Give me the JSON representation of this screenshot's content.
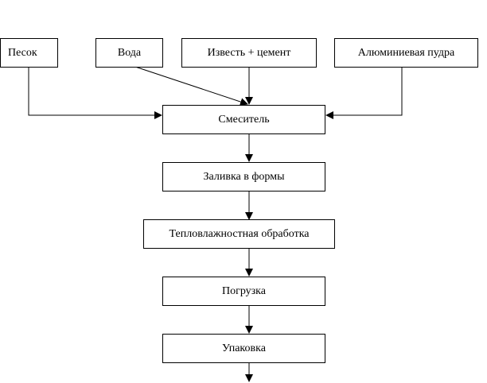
{
  "inputs": {
    "sand": "Песок",
    "water": "Вода",
    "lime_cement": "Известь + цемент",
    "aluminum_powder": "Алюминиевая пудра"
  },
  "steps": {
    "mixer": "Смеситель",
    "molding": "Заливка в формы",
    "heat_moisture": "Тепловлажностная обработка",
    "loading": "Погрузка",
    "packing": "Упаковка"
  }
}
